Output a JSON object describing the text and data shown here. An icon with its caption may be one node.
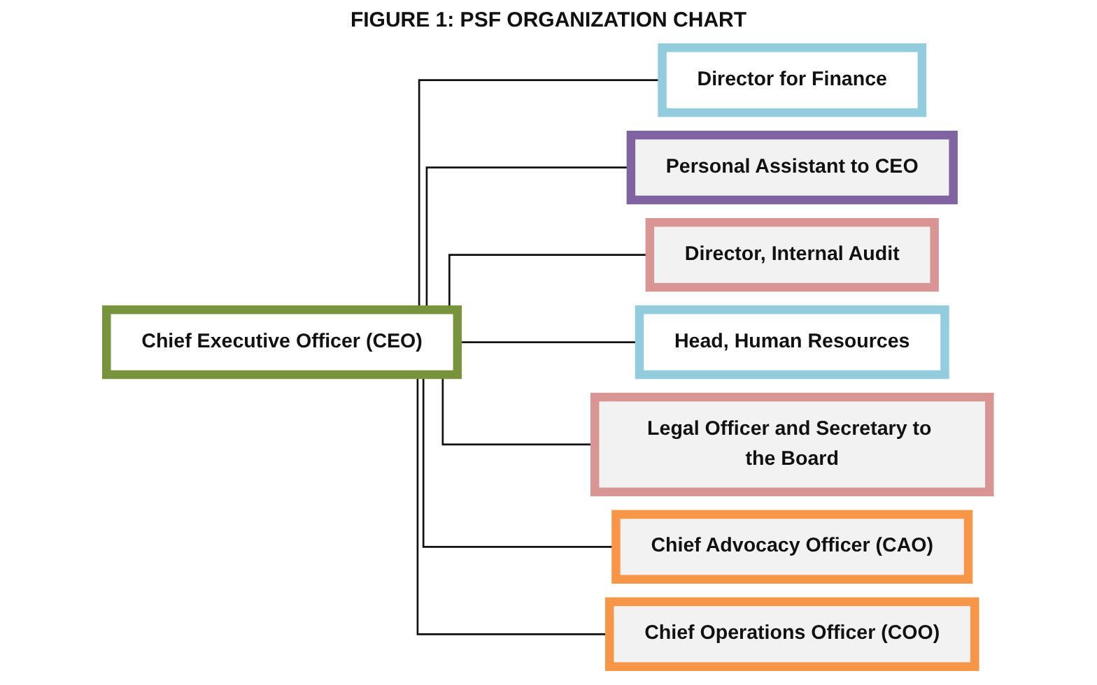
{
  "diagram": {
    "title": "FIGURE 1: PSF ORGANIZATION CHART",
    "nodes": [
      {
        "text": [
          "Chief Executive Officer (CEO)"
        ]
      },
      {
        "text": [
          "Director for Finance"
        ]
      },
      {
        "text": [
          "Personal Assistant to CEO"
        ]
      },
      {
        "text": [
          "Director, Internal Audit"
        ]
      },
      {
        "text": [
          "Head, Human Resources"
        ]
      },
      {
        "text": [
          "Legal Officer and Secretary to the Board"
        ]
      },
      {
        "text": [
          "Chief Advocacy Officer (CAO)"
        ]
      },
      {
        "text": [
          "Chief Operations Officer (COO)"
        ]
      }
    ],
    "edges": [
      {
        "from": 0,
        "to": 1,
        "arrow": "none"
      },
      {
        "from": 0,
        "to": 2,
        "arrow": "none"
      },
      {
        "from": 0,
        "to": 3,
        "arrow": "none"
      },
      {
        "from": 0,
        "to": 4,
        "arrow": "none"
      },
      {
        "from": 0,
        "to": 5,
        "arrow": "none"
      },
      {
        "from": 0,
        "to": 6,
        "arrow": "none"
      },
      {
        "from": 0,
        "to": 7,
        "arrow": "none"
      }
    ]
  }
}
